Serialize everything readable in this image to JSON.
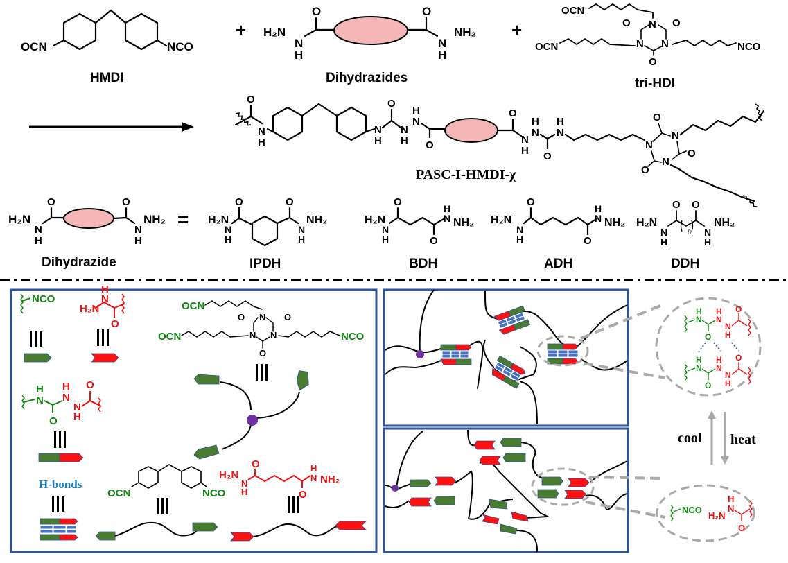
{
  "figure": {
    "reactants": {
      "hmdi": {
        "label": "HMDI",
        "left_group": "OCN",
        "right_group": "NCO"
      },
      "dihydrazides": {
        "label": "Dihydrazides",
        "left_group": "H₂N",
        "right_group": "NH₂",
        "nh": "N",
        "h": "H",
        "o": "O"
      },
      "tri_hdi": {
        "label": "tri-HDI",
        "groups": [
          "OCN",
          "OCN",
          "NCO"
        ]
      },
      "plus": "+"
    },
    "product": {
      "label": "PASC-I-HMDI-χ",
      "n": "N",
      "h": "H",
      "o": "O"
    },
    "dihydrazide_legend": {
      "label": "Dihydrazide",
      "equals": "=",
      "examples": [
        {
          "label": "IPDH"
        },
        {
          "label": "BDH"
        },
        {
          "label": "ADH"
        },
        {
          "label": "DDH",
          "subscript": "8"
        }
      ],
      "h2n": "H₂N",
      "nh2": "NH₂"
    },
    "legend_panel": {
      "isocyanate_end": "NCO",
      "hydrazide_end": "H₂N",
      "identity_symbol": "|||",
      "hbonds_label": "H-bonds",
      "hmdi_groups": [
        "OCN",
        "NCO"
      ],
      "tri_hdi_groups": [
        "OCN",
        "OCN",
        "NCO"
      ],
      "adh_groups": [
        "H₂N",
        "NH₂"
      ]
    },
    "network_panels": {
      "top_state": "hydrogen-bonded network",
      "bottom_state": "dissociated network"
    },
    "zoom_insets": {
      "top": {
        "atoms": {
          "n": "N",
          "h": "H",
          "o": "O"
        }
      },
      "bottom": {
        "nco": "NCO",
        "h2n": "H₂N",
        "o": "O",
        "n": "N",
        "h": "H"
      }
    },
    "transition": {
      "up_label": "cool",
      "down_label": "heat"
    },
    "colors": {
      "isocyanate_green": "#118811",
      "hydrazide_red": "#ee1111",
      "block_green": "#4a7c2f",
      "block_red": "#ff1111",
      "hbond_blue": "#4472c4",
      "panel_border": "#2f5597",
      "crosslink_purple": "#7030a0",
      "core_pink": "#f4b6b6",
      "dash_gray": "#aaaaaa",
      "hbonds_text": "#1a7fc4"
    }
  }
}
